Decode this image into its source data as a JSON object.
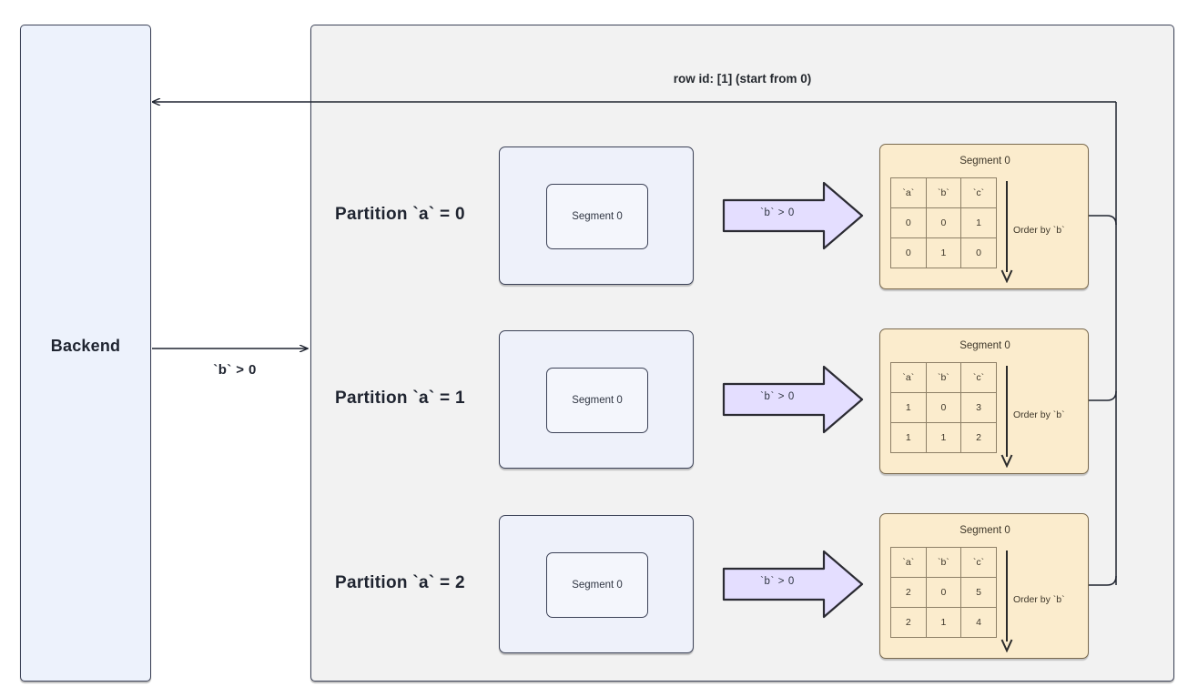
{
  "backend": {
    "label": "Backend"
  },
  "container": {
    "row_id_label": "row id: [1]  (start from 0)"
  },
  "edges": {
    "request_label": "`b` > 0",
    "forward_arrow": "arrow-right-icon",
    "return_arrow": "arrow-left-icon"
  },
  "colors": {
    "backend_fill": "#edf2fc",
    "container_fill": "#f2f2f2",
    "partition_fill": "#eef1fa",
    "segment_inner_fill": "#f4f6fc",
    "table_card_fill": "#fbeccd",
    "table_card_border": "#7a6a4f",
    "flow_arrow_fill": "#e4deff",
    "stroke_dark": "#3c4257"
  },
  "rows": [
    {
      "partition_label": "Partition `a` = 0",
      "segment_box_label": "Segment 0",
      "flow_arrow_label": "`b` > 0",
      "segment_card": {
        "title": "Segment 0",
        "headers": [
          "`a`",
          "`b`",
          "`c`"
        ],
        "rows": [
          [
            "0",
            "0",
            "1"
          ],
          [
            "0",
            "1",
            "0"
          ]
        ],
        "order_label": "Order by `b`",
        "order_icon": "arrow-down-icon"
      }
    },
    {
      "partition_label": "Partition `a` = 1",
      "segment_box_label": "Segment 0",
      "flow_arrow_label": "`b` > 0",
      "segment_card": {
        "title": "Segment 0",
        "headers": [
          "`a`",
          "`b`",
          "`c`"
        ],
        "rows": [
          [
            "1",
            "0",
            "3"
          ],
          [
            "1",
            "1",
            "2"
          ]
        ],
        "order_label": "Order by `b`",
        "order_icon": "arrow-down-icon"
      }
    },
    {
      "partition_label": "Partition `a` = 2",
      "segment_box_label": "Segment 0",
      "flow_arrow_label": "`b` > 0",
      "segment_card": {
        "title": "Segment 0",
        "headers": [
          "`a`",
          "`b`",
          "`c`"
        ],
        "rows": [
          [
            "2",
            "0",
            "5"
          ],
          [
            "2",
            "1",
            "4"
          ]
        ],
        "order_label": "Order by `b`",
        "order_icon": "arrow-down-icon"
      }
    }
  ]
}
